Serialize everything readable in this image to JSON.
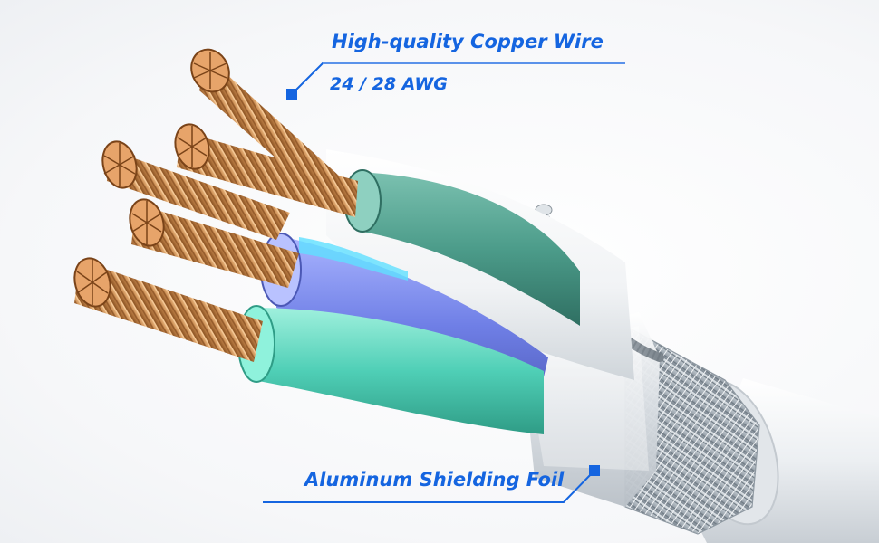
{
  "callouts": {
    "copper_title": "High-quality Copper Wire",
    "copper_spec": "24 / 28 AWG",
    "foil_label": "Aluminum Shielding Foil"
  },
  "colors": {
    "callout_text": "#1565e0",
    "leader_line": "#1565e0",
    "copper": "#c98a4f",
    "copper_dark": "#8a5222",
    "copper_light": "#f0c08a",
    "teal_insulation": "#4c9c8a",
    "aqua_insulation": "#4fcfb6",
    "blue_insulation": "#6f7fe6",
    "white_insulation": "#f4f6f8",
    "braid": "#b9c1c8",
    "jacket": "#eceff2"
  },
  "icons": [
    "callout-square-icon"
  ]
}
